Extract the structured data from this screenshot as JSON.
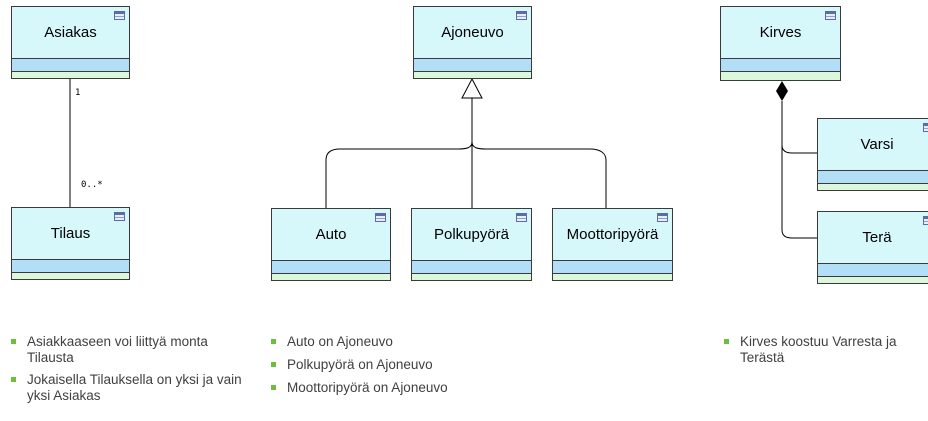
{
  "classes": {
    "asiakas": "Asiakas",
    "tilaus": "Tilaus",
    "ajoneuvo": "Ajoneuvo",
    "auto": "Auto",
    "polkupyora": "Polkupyörä",
    "moottoripyora": "Moottoripyörä",
    "kirves": "Kirves",
    "varsi": "Varsi",
    "tera": "Terä"
  },
  "multiplicity": {
    "one": "1",
    "many": "0..*"
  },
  "notes": {
    "association": [
      "Asiakkaaseen voi liittyä monta Tilausta",
      "Jokaisella Tilauksella on yksi ja vain yksi Asiakas"
    ],
    "generalization": [
      "Auto on Ajoneuvo",
      "Polkupyörä on Ajoneuvo",
      "Moottoripyörä on Ajoneuvo"
    ],
    "composition": [
      "Kirves koostuu Varresta ja Terästä"
    ]
  },
  "colors": {
    "class_fill": "#d7f8fb",
    "attribute_fill": "#b3def7",
    "operation_fill": "#dcf7dc",
    "bullet": "#6bbf3c"
  }
}
